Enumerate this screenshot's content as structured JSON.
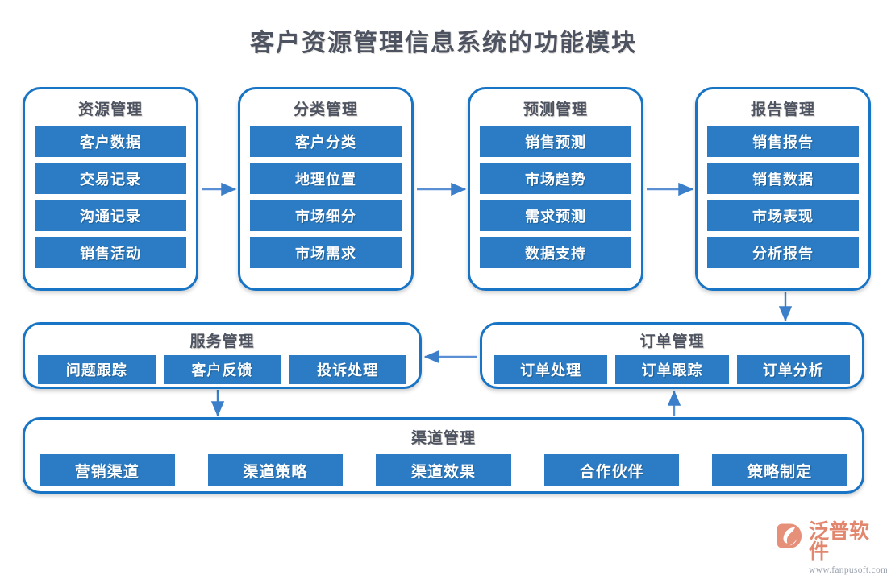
{
  "page": {
    "title": "客户资源管理信息系统的功能模块",
    "background_color": "#ffffff",
    "accent_color": "#2B7CC4",
    "border_color": "#1874C4",
    "title_color": "#4d5360"
  },
  "modules": {
    "resource": {
      "title": "资源管理",
      "items": [
        "客户数据",
        "交易记录",
        "沟通记录",
        "销售活动"
      ]
    },
    "category": {
      "title": "分类管理",
      "items": [
        "客户分类",
        "地理位置",
        "市场细分",
        "市场需求"
      ]
    },
    "forecast": {
      "title": "预测管理",
      "items": [
        "销售预测",
        "市场趋势",
        "需求预测",
        "数据支持"
      ]
    },
    "report": {
      "title": "报告管理",
      "items": [
        "销售报告",
        "销售数据",
        "市场表现",
        "分析报告"
      ]
    },
    "service": {
      "title": "服务管理",
      "items": [
        "问题跟踪",
        "客户反馈",
        "投诉处理"
      ]
    },
    "order": {
      "title": "订单管理",
      "items": [
        "订单处理",
        "订单跟踪",
        "订单分析"
      ]
    },
    "channel": {
      "title": "渠道管理",
      "items": [
        "营销渠道",
        "渠道策略",
        "渠道效果",
        "合作伙伴",
        "策略制定"
      ]
    }
  },
  "flow": {
    "connections": [
      {
        "from": "资源管理",
        "to": "分类管理",
        "direction": "right"
      },
      {
        "from": "分类管理",
        "to": "预测管理",
        "direction": "right"
      },
      {
        "from": "预测管理",
        "to": "报告管理",
        "direction": "right"
      },
      {
        "from": "报告管理",
        "to": "订单管理",
        "direction": "down"
      },
      {
        "from": "订单管理",
        "to": "服务管理",
        "direction": "left"
      },
      {
        "from": "服务管理",
        "to": "渠道管理",
        "direction": "down"
      },
      {
        "from": "渠道管理",
        "to": "订单管理",
        "direction": "up"
      }
    ]
  },
  "watermark": {
    "text": "泛普软件"
  },
  "brand": {
    "name": "泛普软件",
    "url": "www.fanpusoft.com",
    "name_color": "#E2866E",
    "url_color": "#9AA3B0"
  }
}
